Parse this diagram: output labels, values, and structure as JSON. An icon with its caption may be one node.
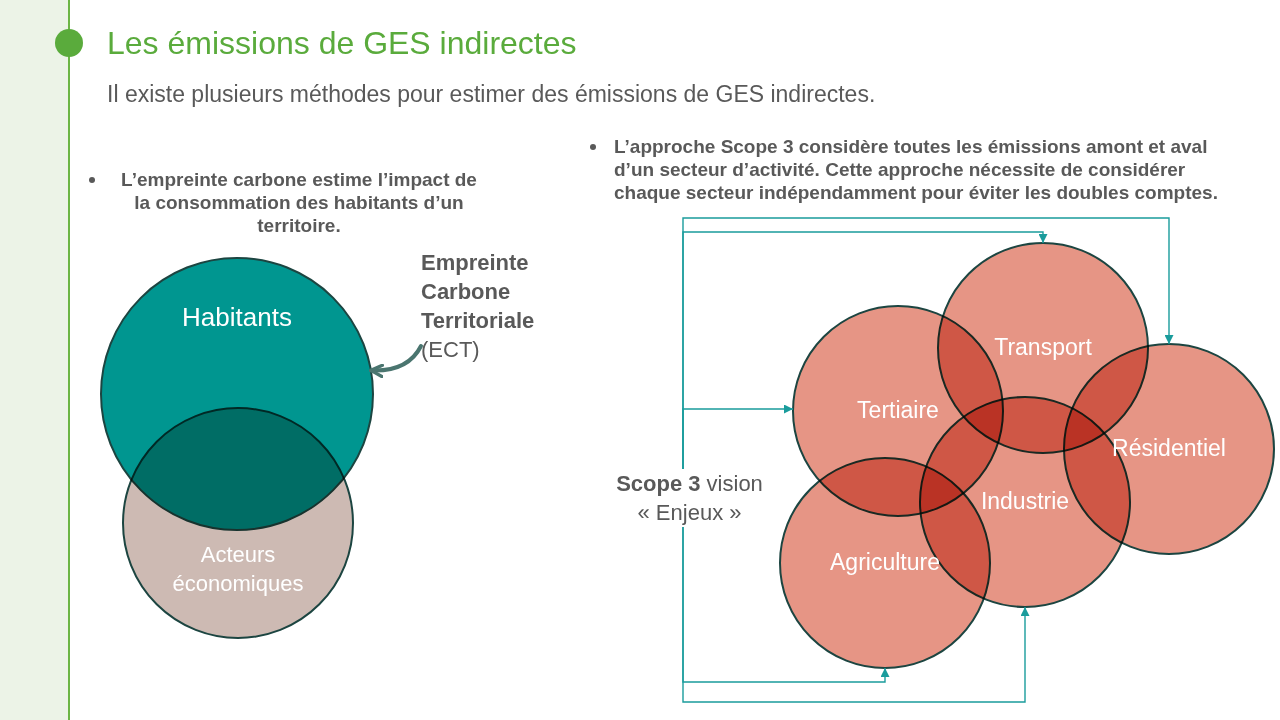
{
  "diagram": {
    "title": "Les émissions de GES indirectes",
    "nodes": [
      {
        "text": [
          "Habitants"
        ]
      },
      {
        "text": [
          "Acteurs économiques"
        ]
      },
      {
        "text": [
          "**Empreinte Carbone Territoriale** (ECT)"
        ]
      },
      {
        "text": [
          "Transport"
        ]
      },
      {
        "text": [
          "Tertiaire"
        ]
      },
      {
        "text": [
          "Résidentiel"
        ]
      },
      {
        "text": [
          "**Scope 3** vision « Enjeux »"
        ]
      },
      {
        "text": [
          "Industrie"
        ]
      },
      {
        "text": [
          "Agriculture"
        ]
      }
    ],
    "edges": [
      {
        "from": 2,
        "to": 0,
        "arrow": "to",
        "style": "thick",
        "color": "#4a756f"
      },
      {
        "from": 6,
        "to": 3,
        "arrow": "to"
      },
      {
        "from": 6,
        "to": 5,
        "arrow": "to"
      },
      {
        "from": 6,
        "to": 4,
        "arrow": "to"
      },
      {
        "from": 6,
        "to": 7,
        "arrow": "to"
      },
      {
        "from": 6,
        "to": 8,
        "arrow": "to"
      }
    ],
    "labels": [
      "Il existe plusieurs méthodes pour estimer des émissions de GES indirectes.",
      "L’empreinte carbone estime l’impact de la consommation des habitants d’un territoire.",
      "L’approche Scope 3 considère toutes les émissions amont et aval d’un secteur d’activité. Cette approche nécessite de considérer chaque secteur indépendamment pour éviter les doubles comptes."
    ]
  }
}
